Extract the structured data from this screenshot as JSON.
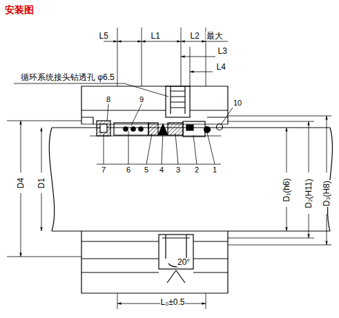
{
  "diagram": {
    "title": "安装图",
    "labels": [
      "L5",
      "L1",
      "L2",
      "最大",
      "L3",
      "L4",
      "循环系统接头钻透孔 φ6.5",
      "8",
      "9",
      "10",
      "7",
      "6",
      "5",
      "4",
      "3",
      "2",
      "1",
      "D4",
      "D1",
      "D₁(h6)",
      "D₂(H11)",
      "D₃(H8)",
      "20°",
      "L₀±0.5"
    ]
  }
}
